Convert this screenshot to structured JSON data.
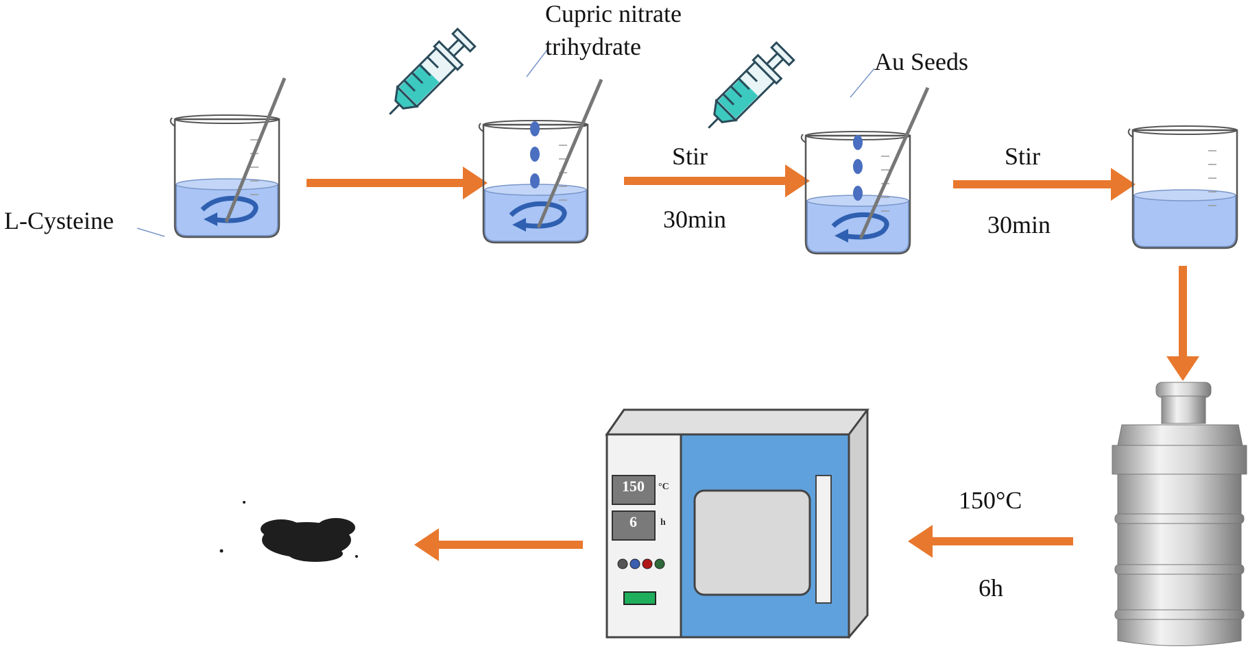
{
  "labels": {
    "l_cysteine": "L-Cysteine",
    "cupric_line1": "Cupric nitrate",
    "cupric_line2": "trihydrate",
    "au_seeds": "Au Seeds",
    "stir_1": "Stir",
    "time_1": "30min",
    "stir_2": "Stir",
    "time_2": "30min",
    "temp": "150°C",
    "duration": "6h"
  },
  "oven": {
    "temp_value": "150",
    "temp_unit": "°C",
    "time_value": "6",
    "time_unit": "h"
  },
  "colors": {
    "arrow": "#e8782e",
    "liquid": "#a9c4f5",
    "oven_door": "#5ea1dd",
    "syringe_fluid": "#3cc9c0",
    "drop": "#4a6fc0"
  }
}
